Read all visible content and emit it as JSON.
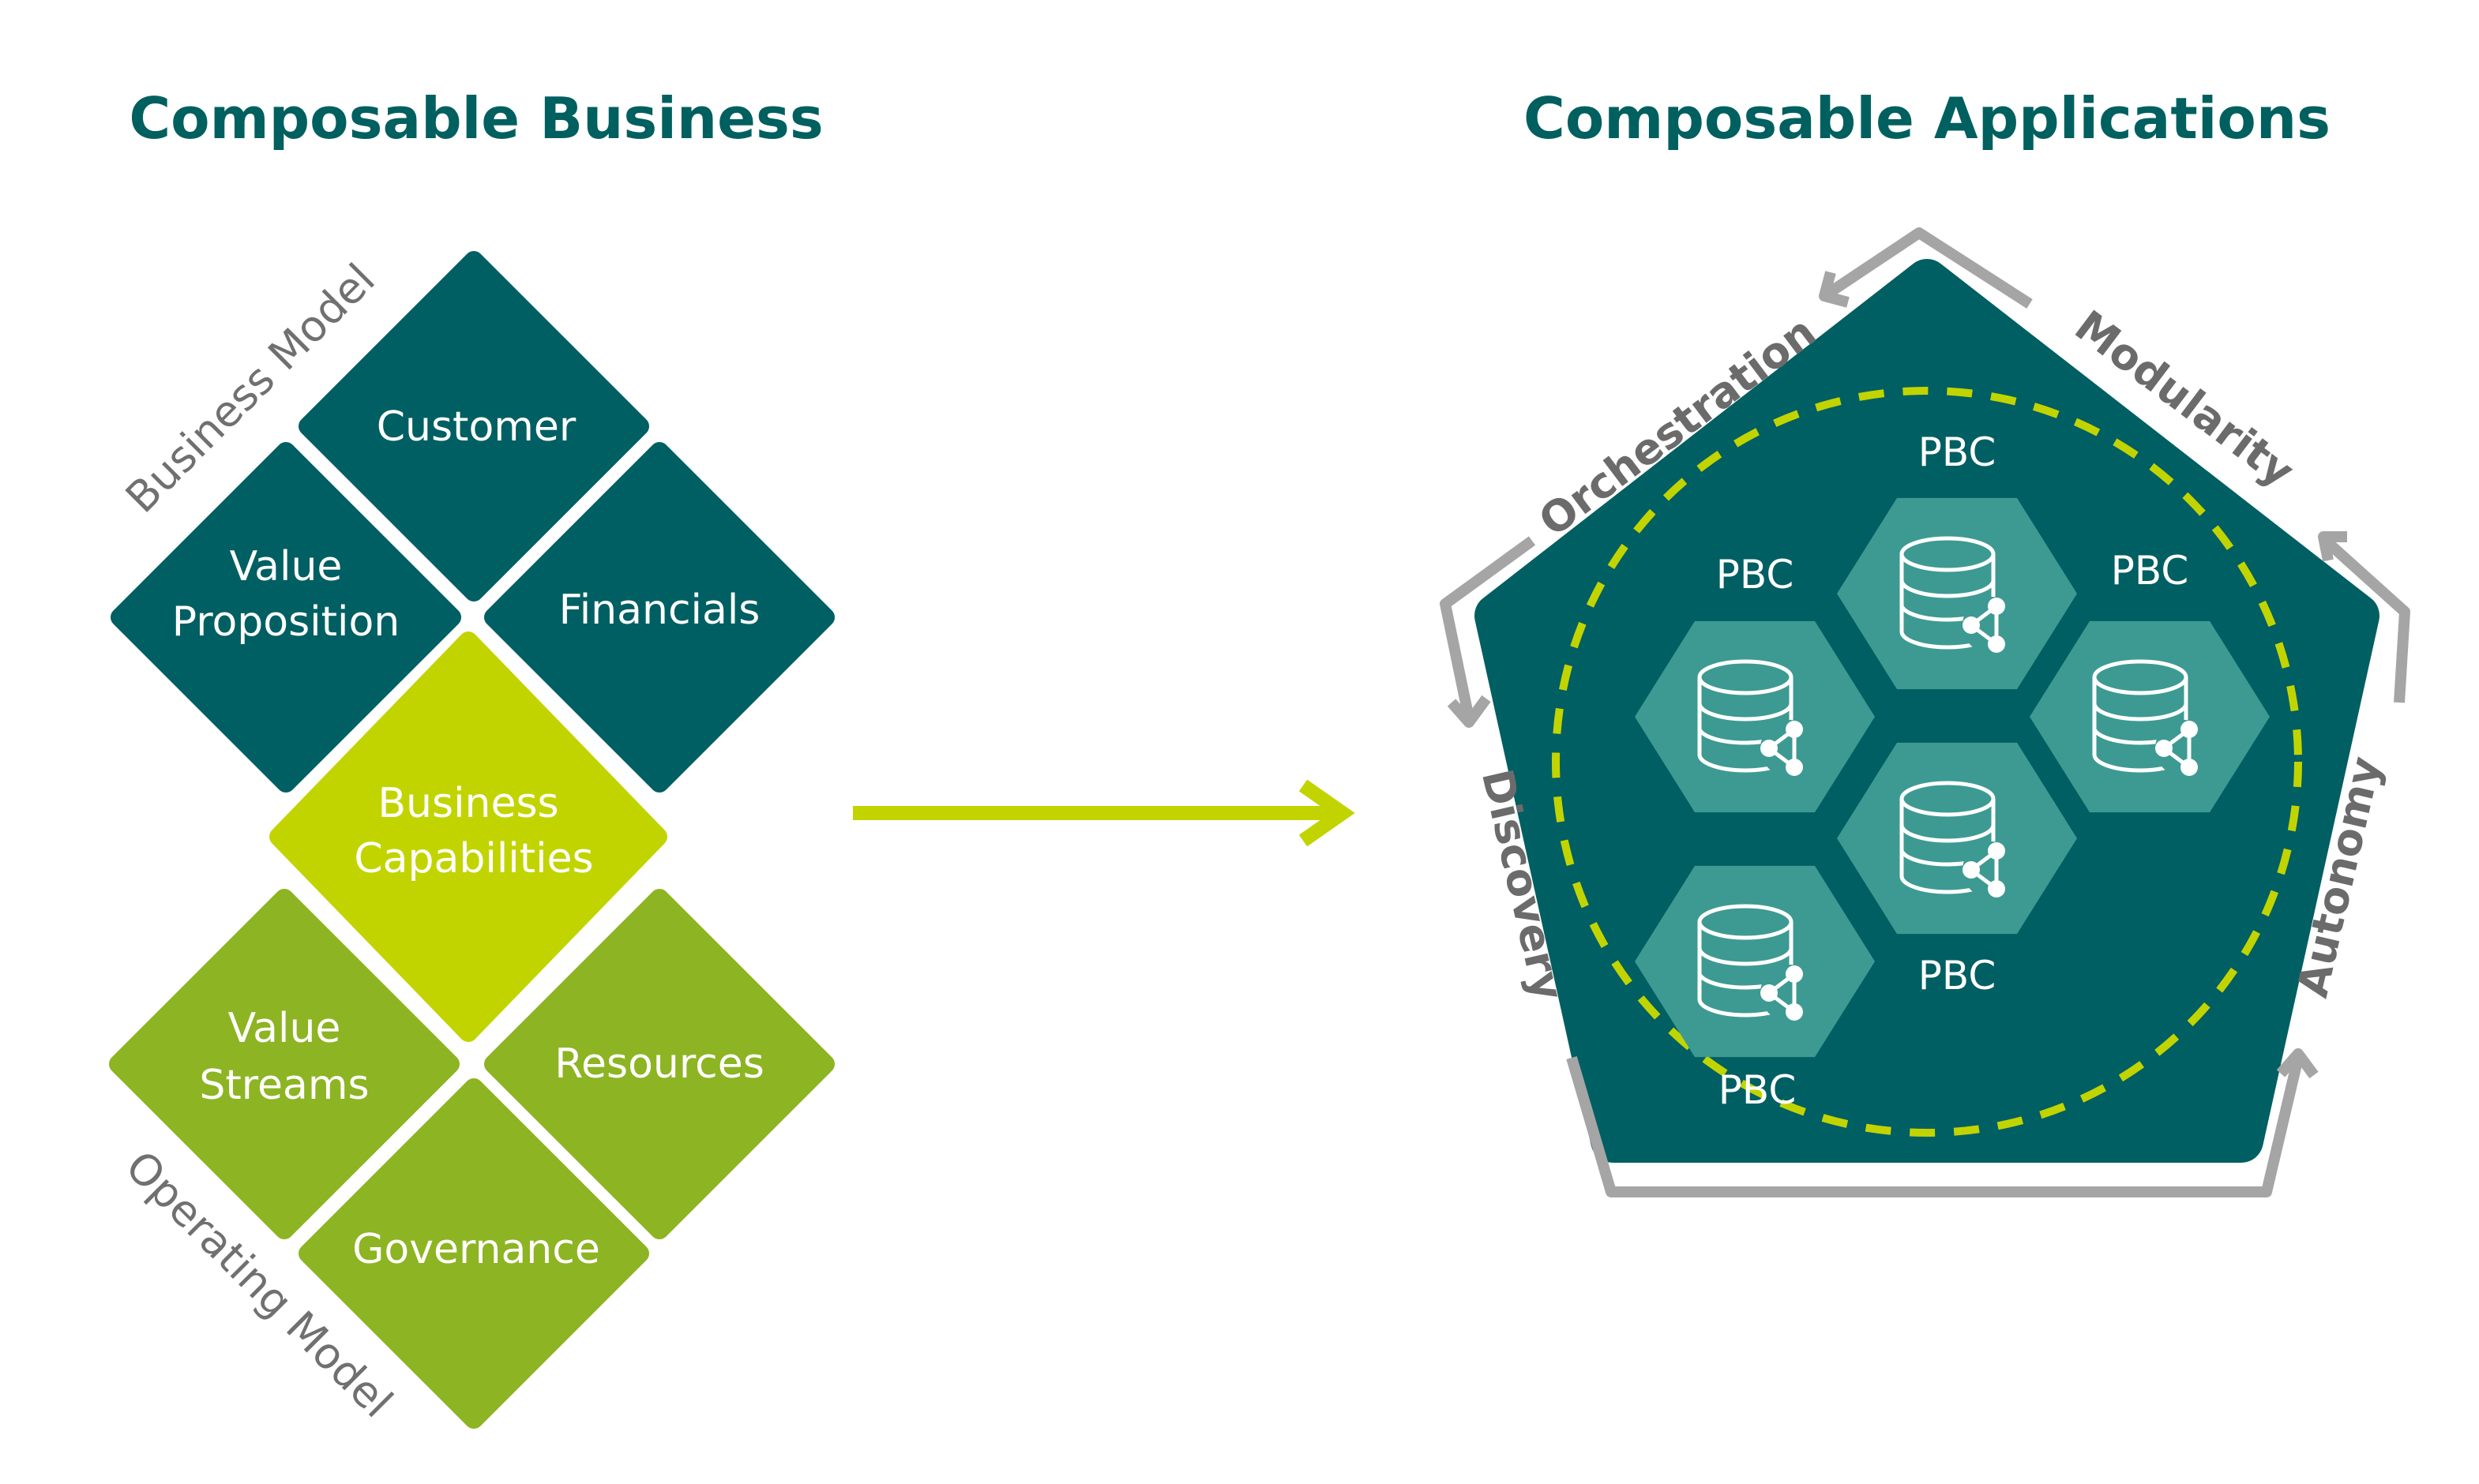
{
  "titles": {
    "left": "Composable Business",
    "right": "Composable Applications"
  },
  "business": {
    "side_top": "Business Model",
    "side_bottom": "Operating Model",
    "tiles": {
      "customer": "Customer",
      "value_proposition": [
        "Value",
        "Proposition"
      ],
      "financials": "Financials",
      "business_capabilities": [
        "Business",
        "Capabilities"
      ],
      "value_streams": [
        "Value",
        "Streams"
      ],
      "resources": "Resources",
      "governance": "Governance"
    }
  },
  "applications": {
    "principles": {
      "orchestration": "Orchestration",
      "modularity": "Modularity",
      "discovery": "Discovery",
      "autonomy": "Autonomy"
    },
    "pbc_labels": [
      "PBC",
      "PBC",
      "PBC",
      "PBC",
      "PBC"
    ],
    "pbc_icon": "database-share-icon"
  },
  "colors": {
    "title": "#00605f",
    "dark_teal": "#005f62",
    "mid_teal": "#3d9a92",
    "lime": "#c2d400",
    "green": "#8db422",
    "gray_text": "#707070",
    "gray_arrow": "#a5a5a5",
    "dashed": "#c2d400"
  }
}
